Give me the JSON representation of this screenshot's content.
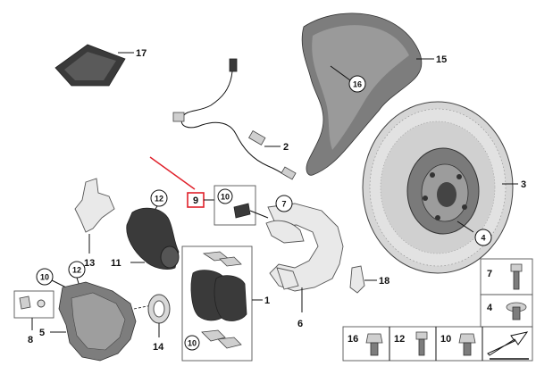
{
  "diagram": {
    "callouts": {
      "p1": "1",
      "p2": "2",
      "p3": "3",
      "p4": "4",
      "p5": "5",
      "p6": "6",
      "p7": "7",
      "p8": "8",
      "p9": "9",
      "p10": "10",
      "p11": "11",
      "p12": "12",
      "p13": "13",
      "p14": "14",
      "p15": "15",
      "p16": "16",
      "p17": "17",
      "p18": "18"
    },
    "legend": {
      "c7": "7",
      "c4": "4",
      "c16": "16",
      "c12": "12",
      "c10": "10"
    },
    "colors": {
      "accent": "#e0202a",
      "part_dark": "#3a3a3a",
      "part_gray": "#7d7d7d",
      "line": "#111111"
    }
  }
}
